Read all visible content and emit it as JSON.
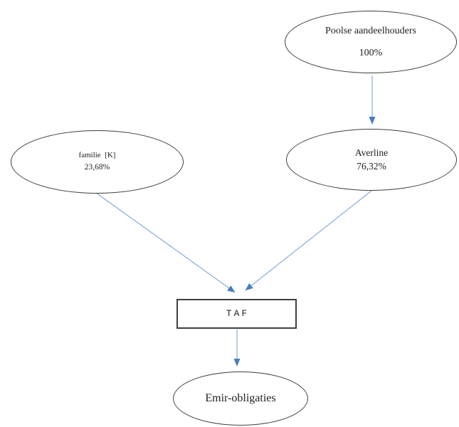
{
  "diagram": {
    "nodes": {
      "poolse": {
        "label": "Poolse aandeelhouders",
        "value": "100%"
      },
      "familie": {
        "label": "familie  [K]",
        "value": "23,68%"
      },
      "averline": {
        "label": "Averline",
        "value": "76,32%"
      },
      "taf": {
        "label": "TAF"
      },
      "emir": {
        "label": "Emir-obligaties"
      }
    },
    "edges": [
      {
        "from": "Poolse aandeelhouders",
        "to": "Averline"
      },
      {
        "from": "familie  [K]",
        "to": "TAF"
      },
      {
        "from": "Averline",
        "to": "TAF"
      },
      {
        "from": "TAF",
        "to": "Emir-obligaties"
      }
    ],
    "colors": {
      "background": "#ffffff",
      "node_border": "#3f3f3f",
      "arrow_line": "#85abdd",
      "arrow_head": "#4a7ebd",
      "text": "#1f1f1f"
    }
  }
}
